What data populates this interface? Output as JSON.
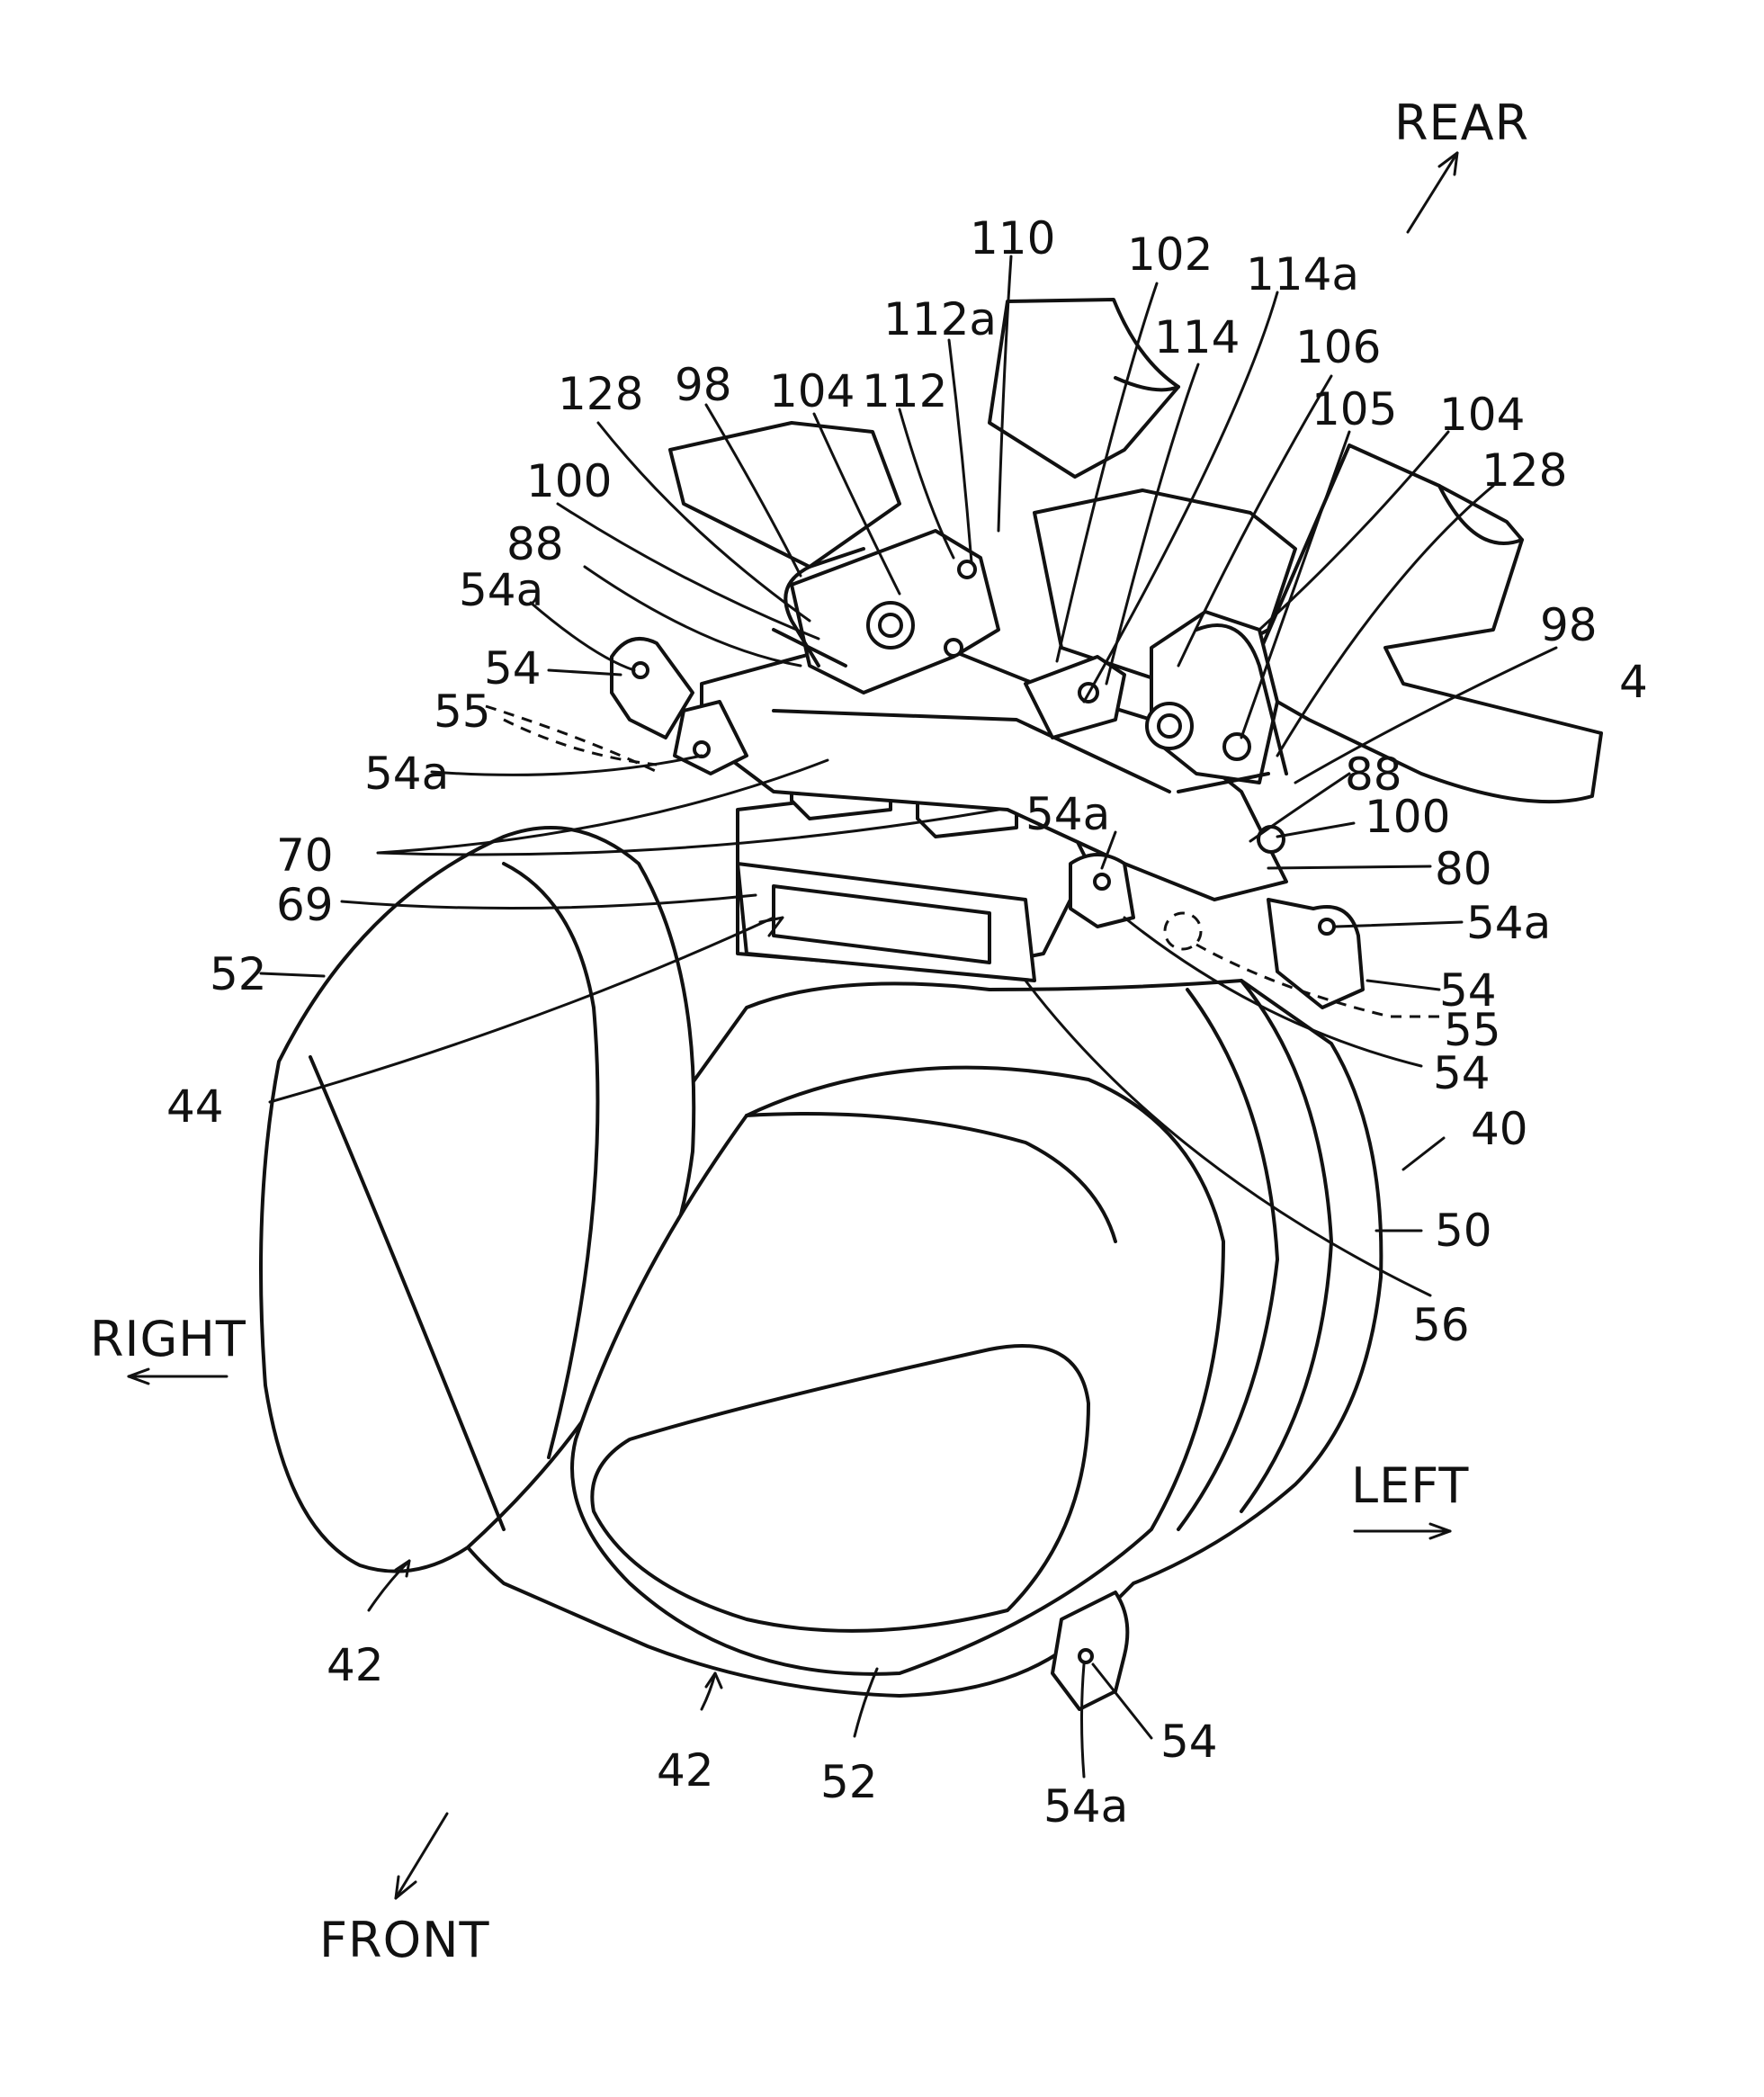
{
  "directions": {
    "rear": "REAR",
    "front": "FRONT",
    "right": "RIGHT",
    "left": "LEFT"
  },
  "labels": {
    "l110": "110",
    "l102": "102",
    "l114a": "114a",
    "l112a": "112a",
    "l114": "114",
    "l106": "106",
    "l128_left": "128",
    "l98_left": "98",
    "l104_left": "104",
    "l112": "112",
    "l105": "105",
    "l104_right": "104",
    "l128_right": "128",
    "l100_left": "100",
    "l88_left": "88",
    "l54a_upper_left": "54a",
    "l54_upper_left": "54",
    "l55_left": "55",
    "l54a_left": "54a",
    "l98_right": "98",
    "l4": "4",
    "l88_right": "88",
    "l100_right": "100",
    "l70": "70",
    "l54a_center": "54a",
    "l80": "80",
    "l69": "69",
    "l54a_right": "54a",
    "l52_upper": "52",
    "l54_right": "54",
    "l55_right": "55",
    "l54_center": "54",
    "l44": "44",
    "l40": "40",
    "l50": "50",
    "l56": "56",
    "l42_left": "42",
    "l42_center": "42",
    "l52_lower": "52",
    "l54_bottom": "54",
    "l54a_bottom": "54a"
  }
}
